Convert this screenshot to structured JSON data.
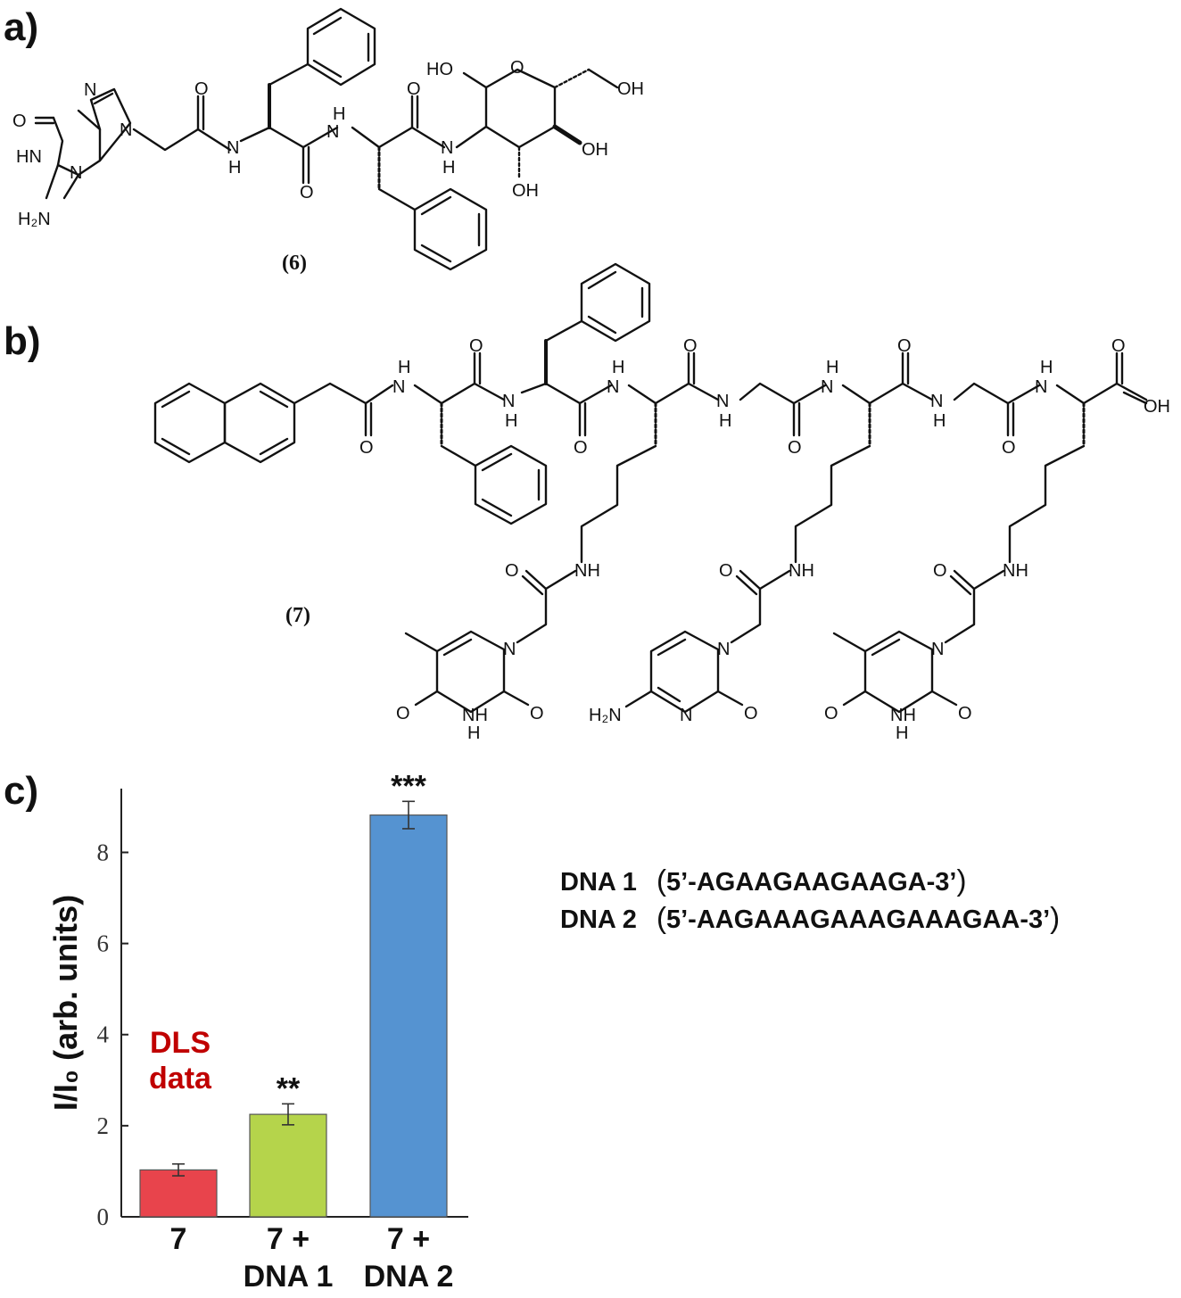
{
  "panels": {
    "a": {
      "label": "a)",
      "compound": "(6)"
    },
    "b": {
      "label": "b)",
      "compound": "(7)"
    },
    "c": {
      "label": "c)"
    }
  },
  "atoms": {
    "O": "O",
    "N": "N",
    "H": "H",
    "HN": "HN",
    "NH": "NH",
    "HO": "HO",
    "OH": "OH",
    "H2N": "H₂N"
  },
  "dna": [
    {
      "name": "DNA 1",
      "sequence": "5’-AGAAGAAGAAGA-3’"
    },
    {
      "name": "DNA 2",
      "sequence": "5’-AAGAAAGAAAGAAAGAA-3’"
    }
  ],
  "chart_data": {
    "type": "bar",
    "ylabel": "I/I₀ (arb. units)",
    "ylim": [
      0,
      9.4
    ],
    "yticks": [
      0,
      2,
      4,
      6,
      8
    ],
    "categories": [
      "7",
      "7 + DNA 1",
      "7 + DNA 2"
    ],
    "category_lines": [
      [
        "7"
      ],
      [
        "7 +",
        "DNA 1"
      ],
      [
        "7 +",
        "DNA 2"
      ]
    ],
    "values": [
      1.03,
      2.25,
      8.82
    ],
    "errors": [
      0.13,
      0.23,
      0.3
    ],
    "significance": [
      "",
      "**",
      "***"
    ],
    "colors": [
      "#e8444c",
      "#b5d44b",
      "#5593d1"
    ],
    "annotation": {
      "lines": [
        "DLS",
        "data"
      ],
      "color": "#c00000"
    }
  }
}
